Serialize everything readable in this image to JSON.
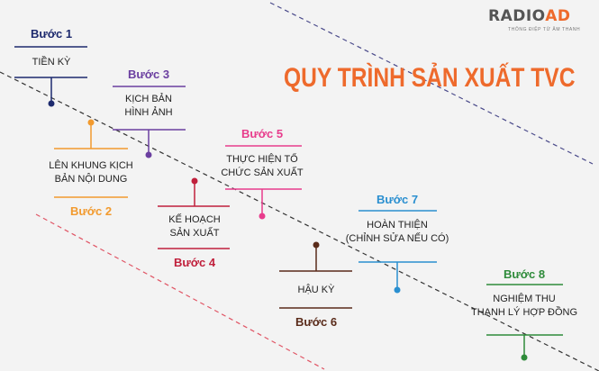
{
  "title": "QUY TRÌNH SẢN XUẤT TVC",
  "logo": {
    "brand_main": "RADIO",
    "brand_accent": "AD",
    "tagline": "THÔNG ĐIỆP TỪ ÂM THANH"
  },
  "colors": {
    "title": "#ee6a2c",
    "step1": "#1d2a6e",
    "step2": "#f29a2e",
    "step3": "#6b3fa0",
    "step4": "#c0203c",
    "step5": "#e83c8c",
    "step6": "#5a2b1a",
    "step7": "#2a8fd0",
    "step8": "#2e8b3a"
  },
  "steps": [
    {
      "label": "Bước 1",
      "text_lines": [
        "TIỀN KỲ"
      ]
    },
    {
      "label": "Bước 2",
      "text_lines": [
        "LÊN KHUNG KỊCH",
        "BẢN NỘI DUNG"
      ]
    },
    {
      "label": "Bước 3",
      "text_lines": [
        "KỊCH BẢN",
        "HÌNH ẢNH"
      ]
    },
    {
      "label": "Bước 4",
      "text_lines": [
        "KẾ HOẠCH",
        "SẢN XUẤT"
      ]
    },
    {
      "label": "Bước 5",
      "text_lines": [
        "THỰC HIỆN TỔ",
        "CHỨC SẢN XUẤT"
      ]
    },
    {
      "label": "Bước 6",
      "text_lines": [
        "HẬU KỲ"
      ]
    },
    {
      "label": "Bước 7",
      "text_lines": [
        "HOÀN THIỆN",
        "(CHỈNH SỬA NẾU CÓ)"
      ]
    },
    {
      "label": "Bước 8",
      "text_lines": [
        "NGHIỆM THU",
        "THANH LÝ HỢP ĐỒNG"
      ]
    }
  ]
}
